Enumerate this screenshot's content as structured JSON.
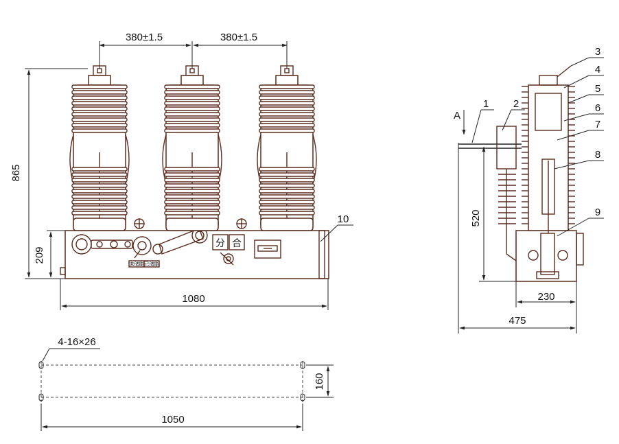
{
  "dimensions": {
    "spacing_left": "380±1.5",
    "spacing_right": "380±1.5",
    "height_total": "865",
    "height_base": "209",
    "width_base": "1080",
    "side_height": "520",
    "side_width_base": "230",
    "side_width_total": "475",
    "mount_holes": "4-16×26",
    "mount_width": "1050",
    "mount_depth": "160"
  },
  "labels": {
    "view_arrow": "A",
    "part_1": "1",
    "part_2": "2",
    "part_3": "3",
    "part_4": "4",
    "part_5": "5",
    "part_6": "6",
    "part_7": "7",
    "part_8": "8",
    "part_9": "9",
    "part_10": "10"
  },
  "panel": {
    "open_label": "分",
    "close_label": "合",
    "indicator_open": "未储能",
    "indicator_close": "已储能"
  },
  "colors": {
    "outline": "#5a2a1e",
    "dimension": "#222222"
  }
}
